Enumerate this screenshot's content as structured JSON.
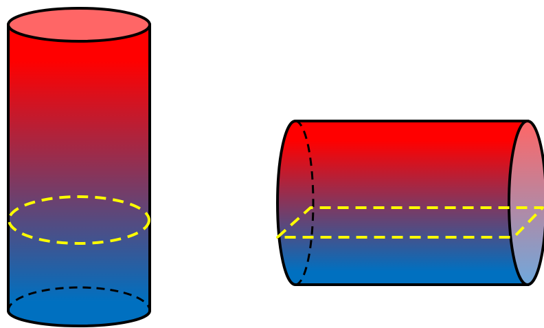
{
  "colors": {
    "top": "#ff0000",
    "bottom": "#0070c0",
    "top_cap": "#ff6666",
    "right_cap_top": "#ff6666",
    "right_cap_bottom": "#6fa8dc",
    "outline": "#000000",
    "section": "#ffff00",
    "hidden_edge": "#000000",
    "background": "#ffffff"
  },
  "figures": [
    {
      "name": "vertical-cylinder",
      "orientation": "vertical",
      "section": "horizontal-circle"
    },
    {
      "name": "horizontal-cylinder",
      "orientation": "horizontal",
      "section": "horizontal-rectangle"
    }
  ]
}
